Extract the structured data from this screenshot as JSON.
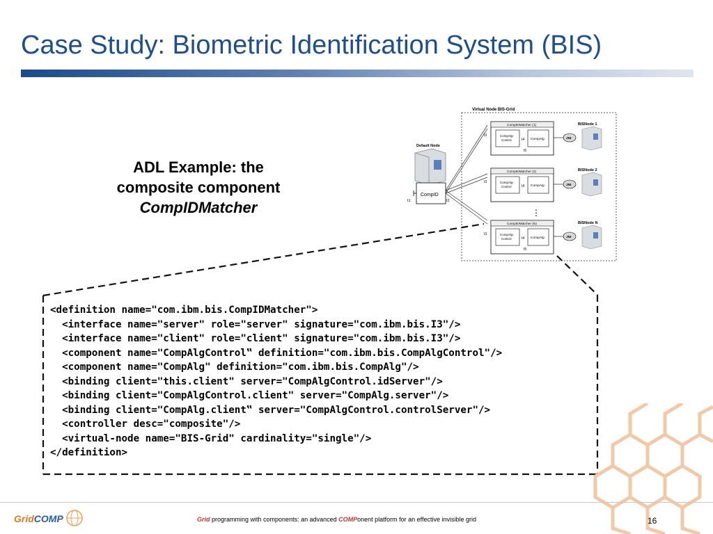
{
  "slide": {
    "title": "Case Study: Biometric Identification System (BIS)",
    "adl_line1": "ADL Example: the",
    "adl_line2": "composite component",
    "adl_line3": "CompIDMatcher",
    "code_lines": [
      "<definition name=\"com.ibm.bis.CompIDMatcher\">",
      "  <interface name=\"server\" role=\"server\" signature=\"com.ibm.bis.I3\"/>",
      "  <interface name=\"client\" role=\"client\" signature=\"com.ibm.bis.I3\"/>",
      "  <component name=\"CompAlgControl‟ definition=\"com.ibm.bis.CompAlgControl\"/>",
      "  <component name=\"CompAlg\" definition=\"com.ibm.bis.CompAlg\"/>",
      "  <binding client=\"this.client\" server=\"CompAlgControl.idServer\"/>",
      "  <binding client=\"CompAlgControl.client\" server=\"CompAlg.server\"/>",
      "  <binding client=\"CompAlg.client‟ server=\"CompAlgControl.controlServer\"/>",
      "  <controller desc=\"composite\"/>",
      "  <virtual-node name=\"BIS-Grid\" cardinality=\"single\"/>",
      "</definition>"
    ]
  },
  "diagram": {
    "virtual_node": "Virtual Node BIS-Grid",
    "default_node": "Default Node",
    "compid": "CompID",
    "i1": "I1",
    "i2": "I2",
    "i3": "I3",
    "i4": "I4",
    "i5": "I5",
    "comp_alg_control_1": "CompAlg-",
    "comp_alg_control_2": "Control",
    "comp_alg": "CompAlg",
    "jni": "JNI",
    "matcher_1": "CompIDMatcher (1)",
    "matcher_2": "CompIDMatcher (2)",
    "matcher_n": "CompIDMatcher (N)",
    "bisnode_1": "BISNode 1",
    "bisnode_2": "BISNode 2",
    "bisnode_n": "BISNode N",
    "ellipsis": "⋮"
  },
  "footer": {
    "logo_grid": "Grid",
    "logo_comp": "COMP",
    "text_hl1": "Grid",
    "text_mid": " programming with components: an advanced ",
    "text_hl2": "COMP",
    "text_end": "onent platform for an effective invisible grid",
    "page_number": "16"
  },
  "colors": {
    "title": "#1f4e8c",
    "footer_highlight": "#c0392b",
    "honeycomb": "#f2c9a6"
  }
}
